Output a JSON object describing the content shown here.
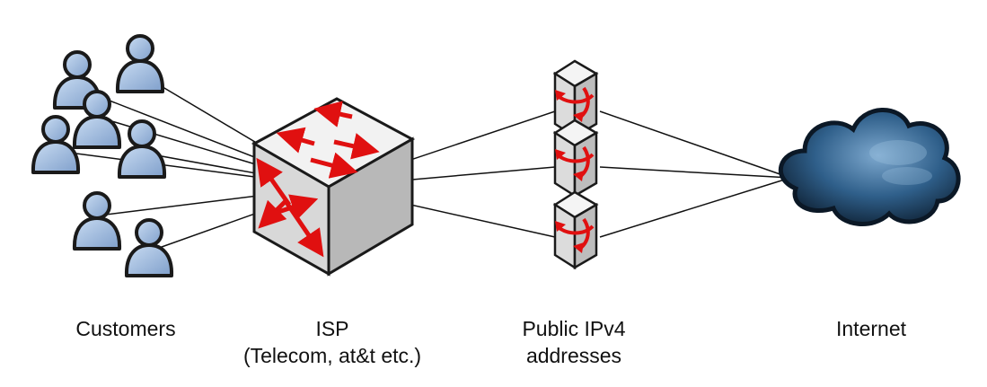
{
  "labels": {
    "customers": "Customers",
    "isp_line1": "ISP",
    "isp_line2": "(Telecom, at&t etc.)",
    "public_line1": "Public IPv4",
    "public_line2": "addresses",
    "internet": "Internet"
  },
  "colors": {
    "person_fill": "#a9c3e4",
    "person_outline": "#1a1a1a",
    "cube_top": "#f3f3f3",
    "cube_left": "#d6d6d6",
    "cube_right": "#b5b5b5",
    "arrow_red": "#e01010",
    "cloud_dark": "#12283d",
    "cloud_light": "#6f9dc4",
    "line": "#111111"
  },
  "icons": {
    "customers": "user-icon",
    "isp": "router-icon",
    "public_addresses": "nat-server-icon",
    "internet": "cloud-icon"
  }
}
